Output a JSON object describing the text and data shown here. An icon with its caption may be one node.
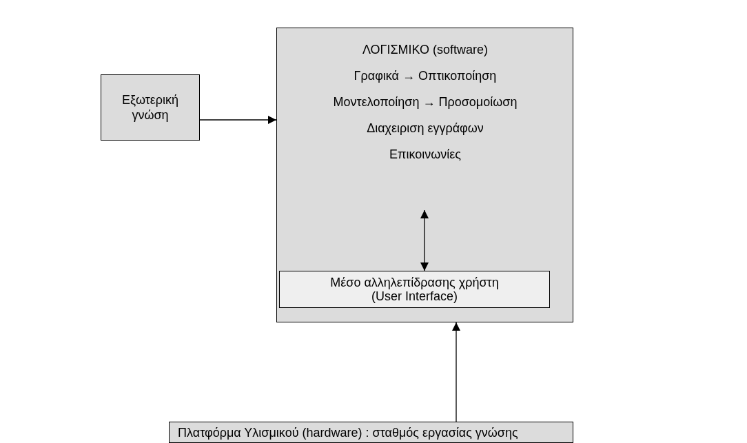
{
  "diagram": {
    "nodes": [
      {
        "text": [
          "Εξωτερική γνώση"
        ]
      },
      {
        "text": [],
        "shape": "box"
      },
      {
        "text": [
          "ΛΟΓΙΣΜΙΚΟ (software)",
          "Γραφικά → Οπτικοποίηση",
          "Μοντελοποίηση → Προσομοίωση",
          "Διαχειριση εγγράφων",
          "Επικοινωνίες"
        ],
        "in": 1
      },
      {
        "text": [
          "Μέσο αλληλεπίδρασης χρήστη (User Interface)"
        ],
        "in": 1
      },
      {
        "text": [
          "Πλατφόρμα Υλισμικού (hardware) : σταθμός εργασίας γνώσης"
        ]
      }
    ],
    "edges": [
      {
        "from": 0,
        "to": 1,
        "arrow": "to"
      },
      {
        "from": 2,
        "to": 3,
        "arrow": "both"
      },
      {
        "from": 4,
        "to": 1,
        "arrow": "to"
      }
    ]
  }
}
